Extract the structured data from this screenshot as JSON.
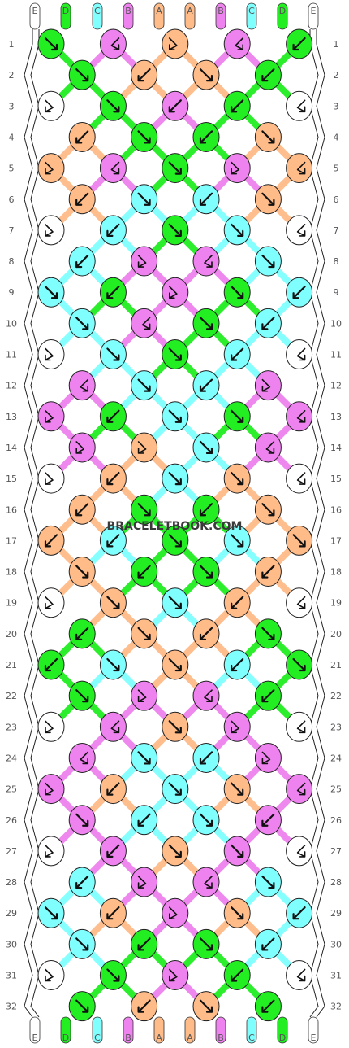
{
  "colors": {
    "E": "#ffffff",
    "D": "#22ee22",
    "C": "#80ffff",
    "B": "#ee82ee",
    "A": "#ffbb88"
  },
  "strings": [
    "E",
    "D",
    "C",
    "B",
    "A",
    "A",
    "B",
    "C",
    "D",
    "E"
  ],
  "row_numbers": [
    "1",
    "2",
    "3",
    "4",
    "5",
    "6",
    "7",
    "8",
    "9",
    "10",
    "11",
    "12",
    "13",
    "14",
    "15",
    "16",
    "17",
    "18",
    "19",
    "20",
    "21",
    "22",
    "23",
    "24",
    "25",
    "26",
    "27",
    "28",
    "29",
    "30",
    "31",
    "32"
  ],
  "watermark": "BRACELETBOOK.COM",
  "knot_rows": [
    [
      [
        "D",
        "f"
      ],
      [
        "B",
        "bf"
      ],
      [
        "A",
        "fb"
      ],
      [
        "B",
        "bf"
      ],
      [
        "D",
        "b"
      ]
    ],
    [
      [
        "D",
        "f"
      ],
      [
        "A",
        "b"
      ],
      [
        "A",
        "f"
      ],
      [
        "D",
        "b"
      ]
    ],
    [
      [
        "E",
        "fb"
      ],
      [
        "D",
        "f"
      ],
      [
        "B",
        "b"
      ],
      [
        "D",
        "b"
      ],
      [
        "E",
        "bf"
      ]
    ],
    [
      [
        "A",
        "b"
      ],
      [
        "D",
        "f"
      ],
      [
        "D",
        "b"
      ],
      [
        "A",
        "f"
      ]
    ],
    [
      [
        "A",
        "fb"
      ],
      [
        "B",
        "bf"
      ],
      [
        "D",
        "f"
      ],
      [
        "B",
        "fb"
      ],
      [
        "A",
        "bf"
      ]
    ],
    [
      [
        "A",
        "b"
      ],
      [
        "C",
        "f"
      ],
      [
        "C",
        "b"
      ],
      [
        "A",
        "f"
      ]
    ],
    [
      [
        "E",
        "fb"
      ],
      [
        "C",
        "b"
      ],
      [
        "D",
        "f"
      ],
      [
        "C",
        "f"
      ],
      [
        "E",
        "bf"
      ]
    ],
    [
      [
        "C",
        "b"
      ],
      [
        "B",
        "fb"
      ],
      [
        "B",
        "bf"
      ],
      [
        "C",
        "f"
      ]
    ],
    [
      [
        "C",
        "f"
      ],
      [
        "D",
        "b"
      ],
      [
        "B",
        "fb"
      ],
      [
        "D",
        "f"
      ],
      [
        "C",
        "b"
      ]
    ],
    [
      [
        "C",
        "f"
      ],
      [
        "B",
        "bf"
      ],
      [
        "D",
        "f"
      ],
      [
        "C",
        "b"
      ]
    ],
    [
      [
        "E",
        "fb"
      ],
      [
        "C",
        "f"
      ],
      [
        "D",
        "f"
      ],
      [
        "C",
        "b"
      ],
      [
        "E",
        "bf"
      ]
    ],
    [
      [
        "B",
        "bf"
      ],
      [
        "C",
        "f"
      ],
      [
        "C",
        "b"
      ],
      [
        "B",
        "fb"
      ]
    ],
    [
      [
        "B",
        "fb"
      ],
      [
        "D",
        "b"
      ],
      [
        "C",
        "f"
      ],
      [
        "D",
        "f"
      ],
      [
        "B",
        "bf"
      ]
    ],
    [
      [
        "B",
        "fb"
      ],
      [
        "A",
        "fb"
      ],
      [
        "C",
        "f"
      ],
      [
        "B",
        "bf"
      ]
    ],
    [
      [
        "E",
        "fb"
      ],
      [
        "A",
        "b"
      ],
      [
        "C",
        "f"
      ],
      [
        "A",
        "f"
      ],
      [
        "E",
        "bf"
      ]
    ],
    [
      [
        "A",
        "b"
      ],
      [
        "D",
        "f"
      ],
      [
        "D",
        "b"
      ],
      [
        "A",
        "f"
      ]
    ],
    [
      [
        "A",
        "b"
      ],
      [
        "C",
        "b"
      ],
      [
        "D",
        "f"
      ],
      [
        "C",
        "f"
      ],
      [
        "A",
        "f"
      ]
    ],
    [
      [
        "A",
        "f"
      ],
      [
        "D",
        "b"
      ],
      [
        "D",
        "f"
      ],
      [
        "A",
        "b"
      ]
    ],
    [
      [
        "E",
        "fb"
      ],
      [
        "A",
        "f"
      ],
      [
        "C",
        "f"
      ],
      [
        "A",
        "b"
      ],
      [
        "E",
        "bf"
      ]
    ],
    [
      [
        "D",
        "b"
      ],
      [
        "A",
        "f"
      ],
      [
        "A",
        "b"
      ],
      [
        "D",
        "f"
      ]
    ],
    [
      [
        "D",
        "b"
      ],
      [
        "C",
        "f"
      ],
      [
        "A",
        "f"
      ],
      [
        "C",
        "b"
      ],
      [
        "D",
        "f"
      ]
    ],
    [
      [
        "D",
        "f"
      ],
      [
        "B",
        "fb"
      ],
      [
        "B",
        "bf"
      ],
      [
        "D",
        "b"
      ]
    ],
    [
      [
        "E",
        "fb"
      ],
      [
        "B",
        "bf"
      ],
      [
        "A",
        "f"
      ],
      [
        "B",
        "fb"
      ],
      [
        "E",
        "bf"
      ]
    ],
    [
      [
        "B",
        "bf"
      ],
      [
        "C",
        "f"
      ],
      [
        "C",
        "b"
      ],
      [
        "B",
        "fb"
      ]
    ],
    [
      [
        "B",
        "fb"
      ],
      [
        "A",
        "b"
      ],
      [
        "C",
        "f"
      ],
      [
        "A",
        "f"
      ],
      [
        "B",
        "bf"
      ]
    ],
    [
      [
        "B",
        "f"
      ],
      [
        "C",
        "b"
      ],
      [
        "C",
        "f"
      ],
      [
        "B",
        "b"
      ]
    ],
    [
      [
        "E",
        "fb"
      ],
      [
        "B",
        "b"
      ],
      [
        "A",
        "f"
      ],
      [
        "B",
        "f"
      ],
      [
        "E",
        "bf"
      ]
    ],
    [
      [
        "C",
        "b"
      ],
      [
        "B",
        "fb"
      ],
      [
        "B",
        "bf"
      ],
      [
        "C",
        "f"
      ]
    ],
    [
      [
        "C",
        "f"
      ],
      [
        "A",
        "b"
      ],
      [
        "B",
        "fb"
      ],
      [
        "A",
        "f"
      ],
      [
        "C",
        "b"
      ]
    ],
    [
      [
        "C",
        "f"
      ],
      [
        "D",
        "b"
      ],
      [
        "D",
        "f"
      ],
      [
        "C",
        "b"
      ]
    ],
    [
      [
        "E",
        "fb"
      ],
      [
        "D",
        "f"
      ],
      [
        "B",
        "fb"
      ],
      [
        "D",
        "b"
      ],
      [
        "E",
        "bf"
      ]
    ],
    [
      [
        "D",
        "f"
      ],
      [
        "A",
        "b"
      ],
      [
        "A",
        "f"
      ],
      [
        "D",
        "b"
      ]
    ]
  ]
}
